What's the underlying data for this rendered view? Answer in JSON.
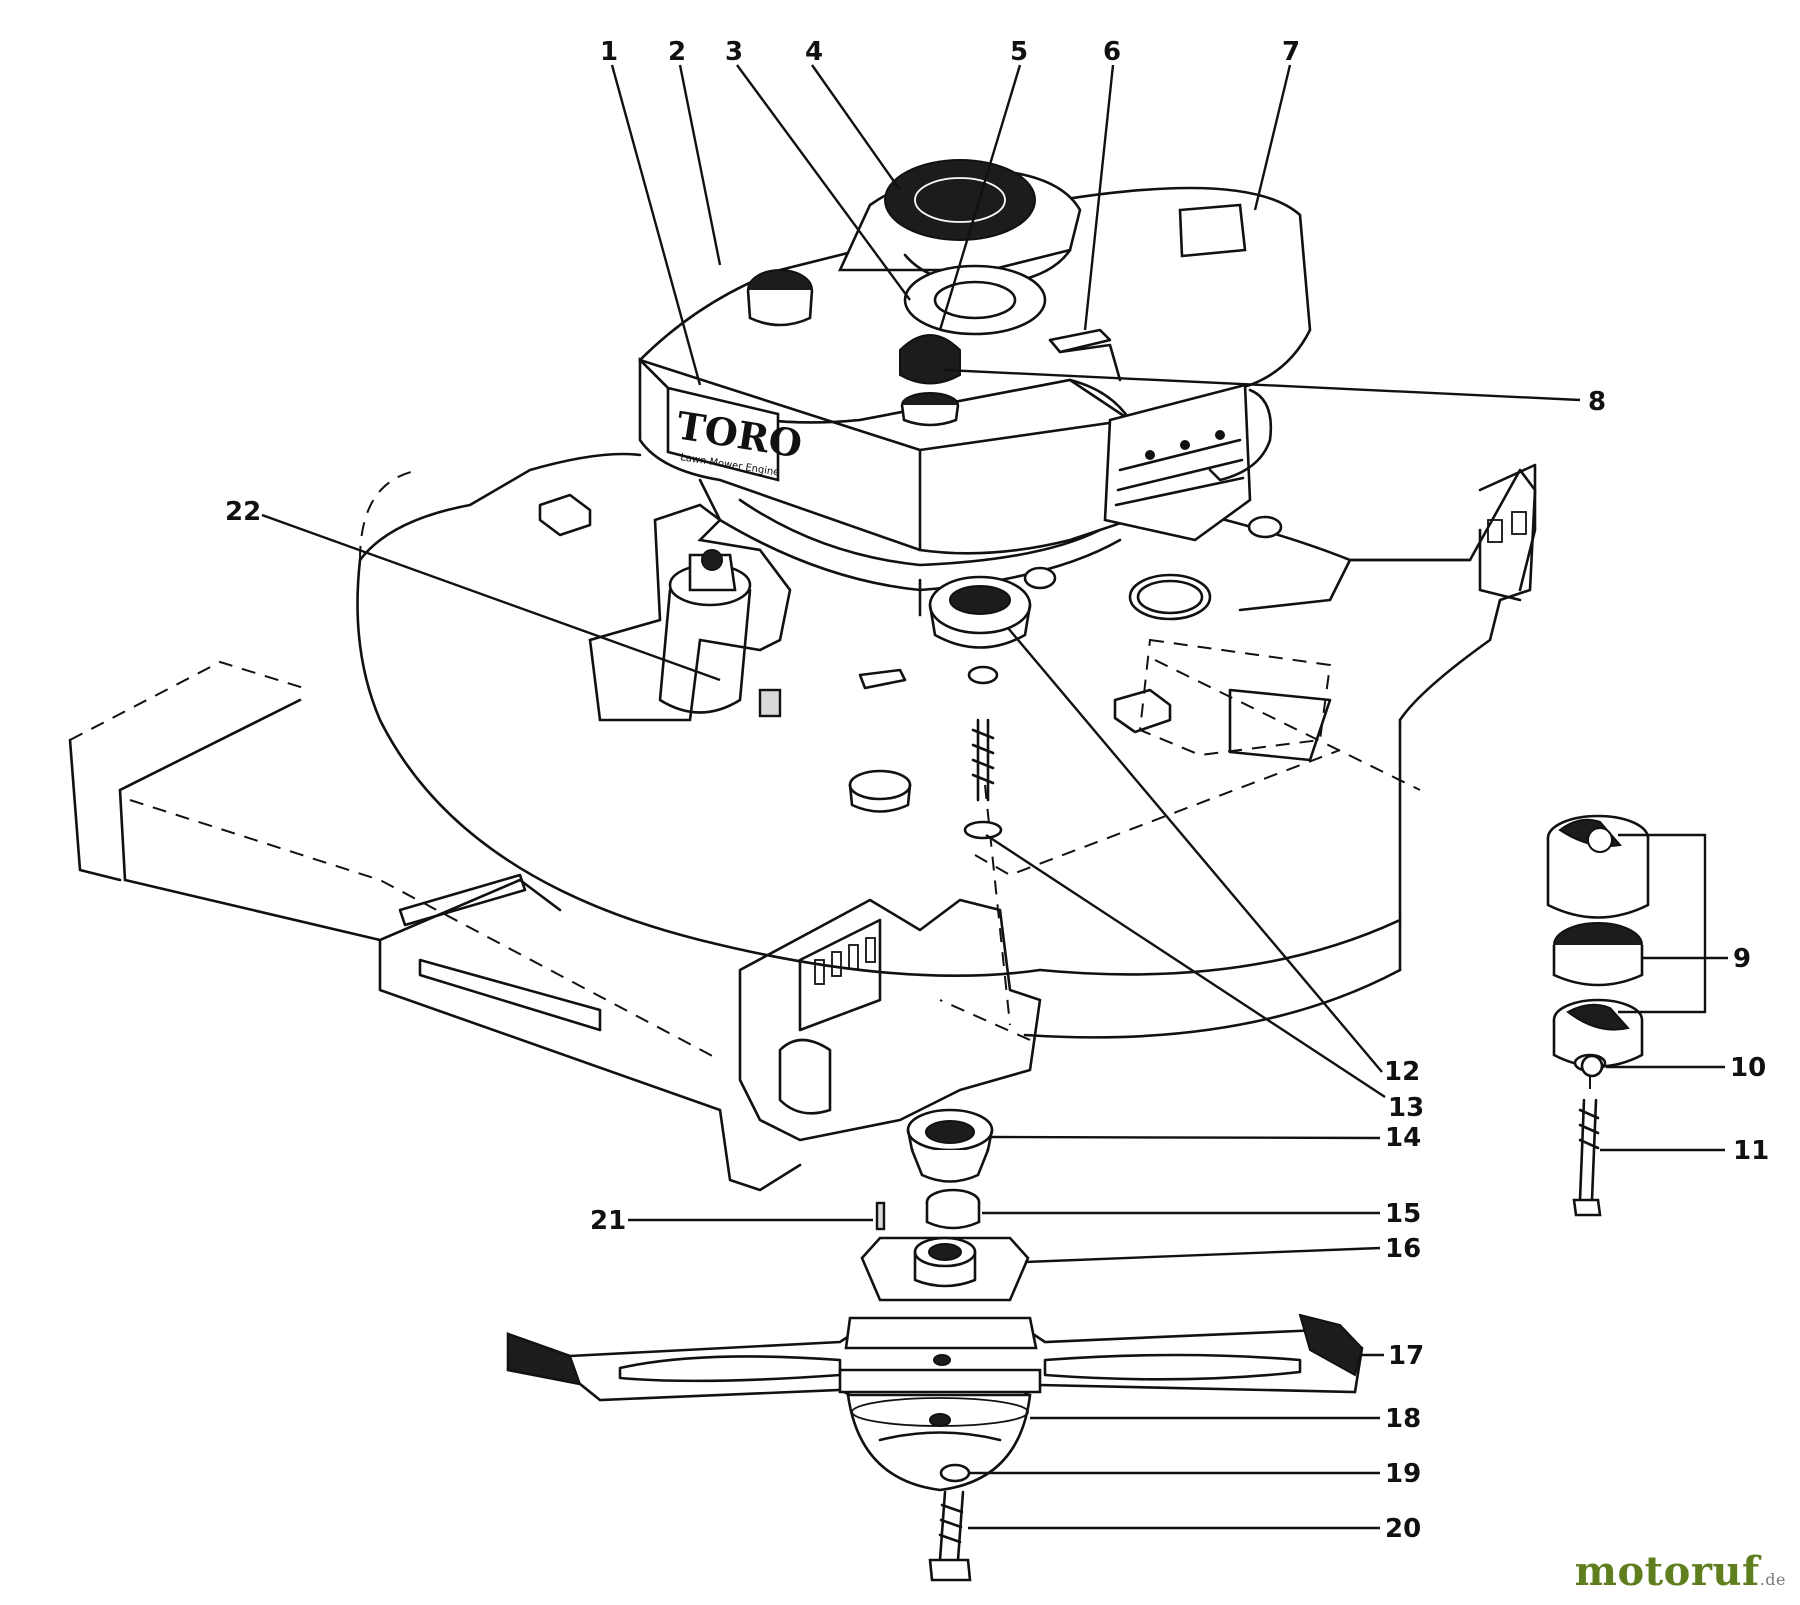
{
  "diagram": {
    "title": "Rotary lawn mower deck, engine and blade — exploded parts diagram",
    "brand_plate": {
      "main": "TORO",
      "sub": "Lawn Mower Engine"
    },
    "callouts": [
      {
        "label": "1"
      },
      {
        "label": "2"
      },
      {
        "label": "3"
      },
      {
        "label": "4"
      },
      {
        "label": "5"
      },
      {
        "label": "6"
      },
      {
        "label": "7"
      },
      {
        "label": "8"
      },
      {
        "label": "9"
      },
      {
        "label": "10"
      },
      {
        "label": "11"
      },
      {
        "label": "12"
      },
      {
        "label": "13"
      },
      {
        "label": "14"
      },
      {
        "label": "15"
      },
      {
        "label": "16"
      },
      {
        "label": "17"
      },
      {
        "label": "18"
      },
      {
        "label": "19"
      },
      {
        "label": "20"
      },
      {
        "label": "21"
      },
      {
        "label": "22"
      }
    ]
  },
  "watermark": {
    "text": "motoruf",
    "suffix": ".de"
  }
}
